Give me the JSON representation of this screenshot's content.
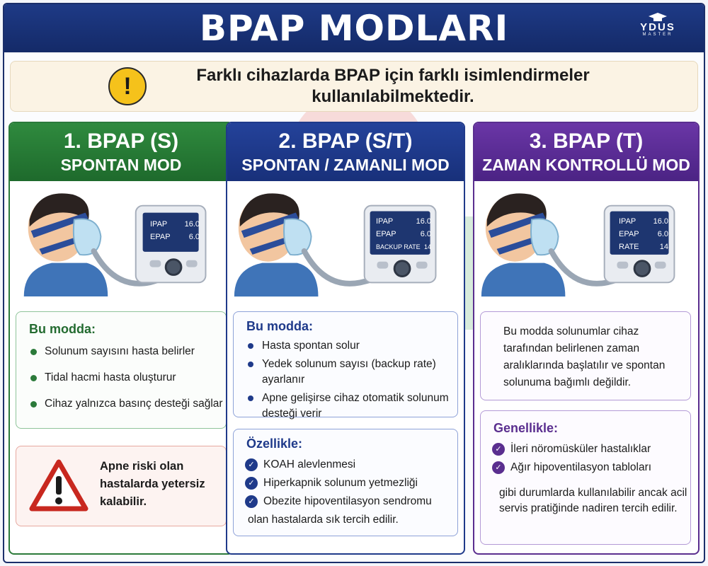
{
  "header": {
    "title": "BPAP MODLARI",
    "logo": {
      "brand": "YDUS",
      "sub": "MASTER"
    }
  },
  "banner": {
    "text": "Farklı cihazlarda BPAP için farklı isimlendirmeler kullanılabilmektedir.",
    "icon": "exclamation-circle-icon"
  },
  "columns": [
    {
      "title": "1. BPAP (S)",
      "subtitle": "SPONTAN MOD",
      "color": "#2b7a3a",
      "device": [
        {
          "label": "IPAP",
          "value": "16.0"
        },
        {
          "label": "EPAP",
          "value": "6.0"
        }
      ],
      "info_title": "Bu modda:",
      "bullets": [
        "Solunum sayısını hasta belirler",
        "Tidal hacmi hasta oluşturur",
        "Cihaz yalnızca basınç desteği sağlar"
      ],
      "alert_text": "Apne riski olan hastalarda yetersiz kalabilir.",
      "alert_icon": "warning-triangle-icon"
    },
    {
      "title": "2. BPAP (S/T)",
      "subtitle": "SPONTAN / ZAMANLI MOD",
      "color": "#1f3a8a",
      "device": [
        {
          "label": "IPAP",
          "value": "16.0"
        },
        {
          "label": "EPAP",
          "value": "6.0"
        },
        {
          "label": "BACKUP RATE",
          "value": "14"
        }
      ],
      "info_title": "Bu modda:",
      "bullets": [
        "Hasta spontan solur",
        "Yedek solunum sayısı (backup rate) ayarlanır",
        "Apne gelişirse cihaz otomatik solunum desteği verir"
      ],
      "special_title": "Özellikle:",
      "checks": [
        "KOAH alevlenmesi",
        "Hiperkapnik solunum yetmezliği",
        "Obezite hipoventilasyon sendromu"
      ],
      "note": "olan hastalarda sık tercih edilir."
    },
    {
      "title": "3. BPAP (T)",
      "subtitle": "ZAMAN KONTROLLÜ MOD",
      "color": "#5a2e8f",
      "device": [
        {
          "label": "IPAP",
          "value": "16.0"
        },
        {
          "label": "EPAP",
          "value": "6.0"
        },
        {
          "label": "RATE",
          "value": "14"
        }
      ],
      "info_text": "Bu modda solunumlar cihaz tarafından belirlenen zaman aralıklarında başlatılır ve spontan solunuma bağımlı değildir.",
      "special_title": "Genellikle:",
      "checks": [
        "İleri nöromüsküler hastalıklar",
        "Ağır hipoventilasyon tabloları"
      ],
      "note": "gibi durumlarda kullanılabilir ancak acil servis pratiğinde nadiren tercih edilir."
    }
  ]
}
